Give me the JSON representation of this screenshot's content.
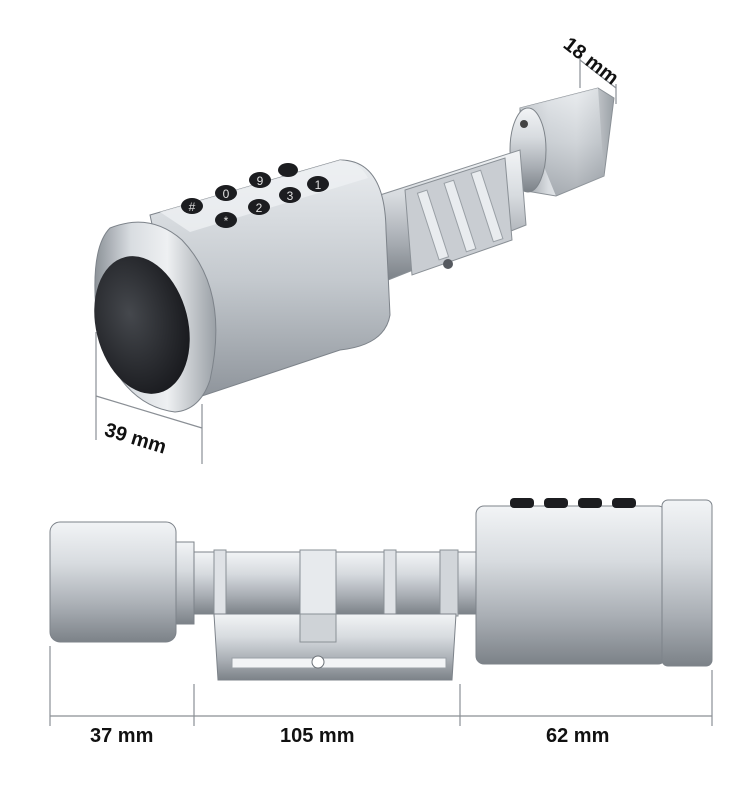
{
  "dimensions": {
    "thumb_turn_width": "18 mm",
    "keypad_diameter": "39 mm",
    "left_knob_length": "37 mm",
    "cylinder_body_length": "105 mm",
    "right_knob_length": "62 mm"
  },
  "keypad_keys": [
    "#",
    "0",
    "9",
    "*",
    "2",
    "3",
    "1"
  ],
  "colors": {
    "metal_light": "#e4e7ea",
    "metal_mid": "#b9bec4",
    "metal_dark": "#7d838a",
    "reader_black": "#2a2c30",
    "key_black": "#1c1d20",
    "dimension_line": "#8a8f95",
    "label_text": "#111111"
  }
}
